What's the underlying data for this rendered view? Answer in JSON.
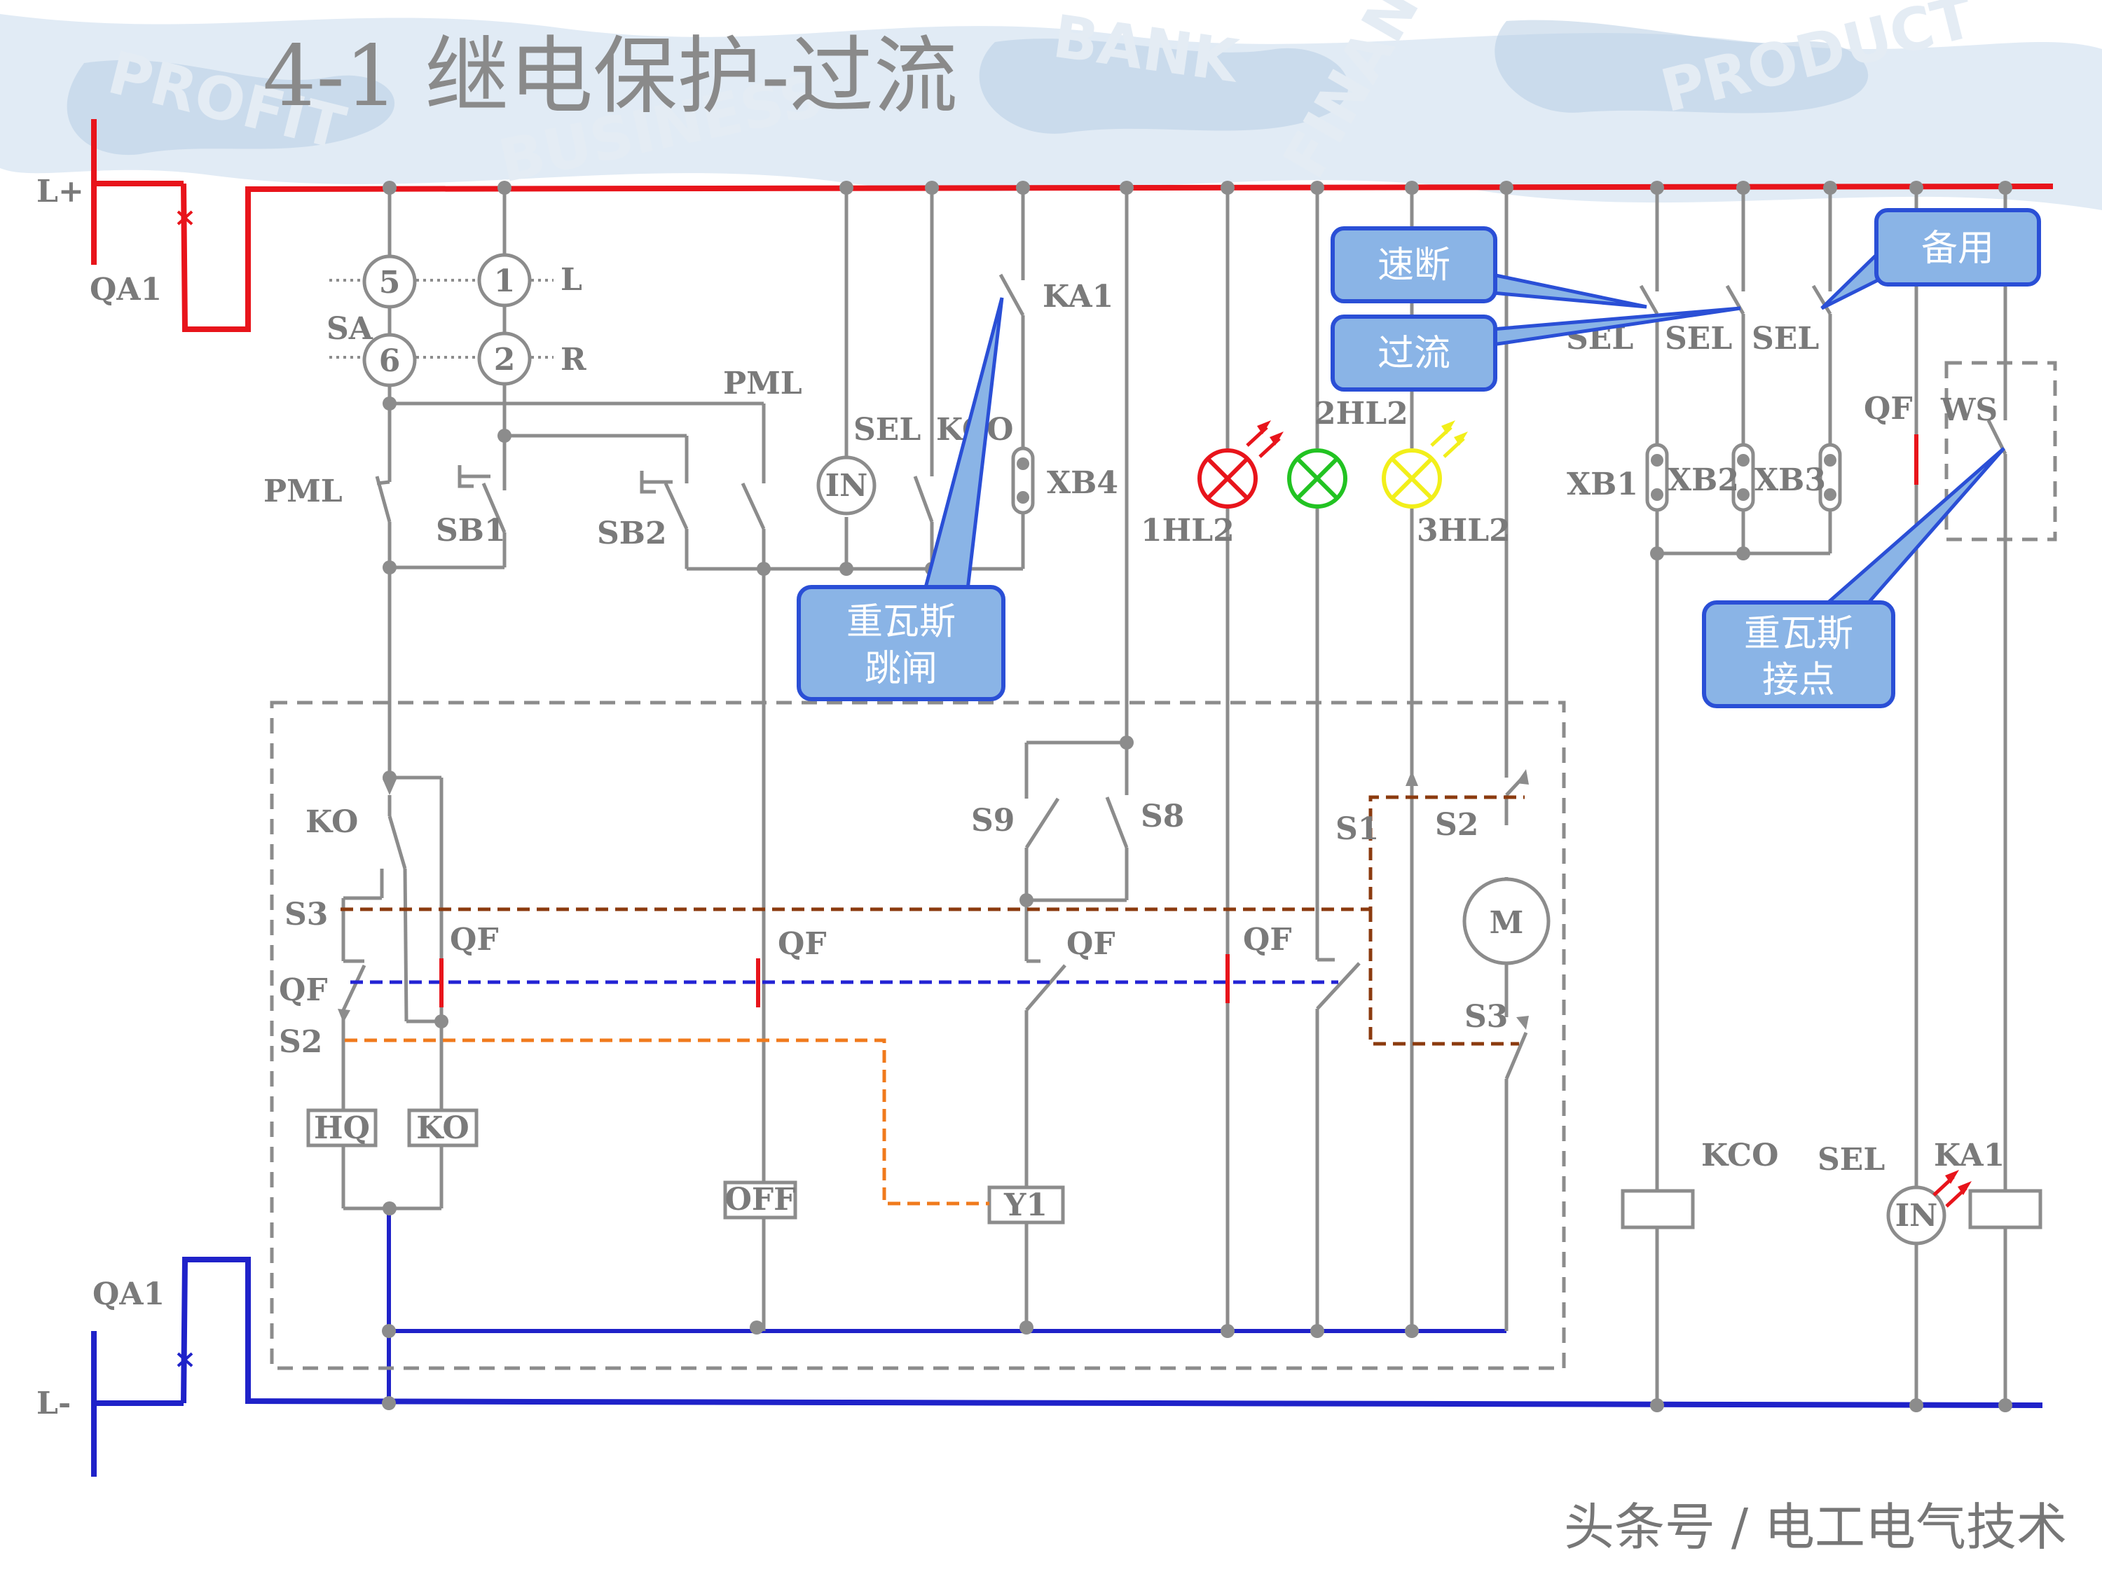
{
  "title": "4-1   继电保护-过流",
  "watermarks": [
    "PROFIT",
    "BUSINESS",
    "BANK",
    "FINANCE",
    "PRODUCT"
  ],
  "credit": "头条号 / 电工电气技术",
  "rails": {
    "positive": "L+",
    "negative": "L-"
  },
  "breakers": {
    "top": "QA1",
    "bottom": "QA1"
  },
  "selector": {
    "name": "SA",
    "contacts": [
      "5",
      "1",
      "6",
      "2"
    ],
    "left_pos": "L",
    "right_pos": "R"
  },
  "labels": {
    "pml_top": "PML",
    "pml_left": "PML",
    "sb1": "SB1",
    "sb2": "SB2",
    "sel": "SEL",
    "kco": "KCO",
    "ka1": "KA1",
    "xb4": "XB4",
    "in_meter": "IN",
    "hl1": "1HL2",
    "hl2": "2HL2",
    "hl3": "3HL2",
    "ko": "KO",
    "s3": "S3",
    "qf": "QF",
    "s2": "S2",
    "s9": "S9",
    "s8": "S8",
    "s1": "S1",
    "motor": "M",
    "hq": "HQ",
    "ko_coil": "KO",
    "off": "OFF",
    "y1": "Y1",
    "sel_a": "SEL",
    "sel_b": "SEL",
    "sel_c": "SEL",
    "xb1": "XB1",
    "xb2": "XB2",
    "xb3": "XB3",
    "qf_right": "QF",
    "ws": "WS",
    "kco_coil": "KCO",
    "sel_coil": "SEL",
    "ka1_coil": "KA1",
    "in_coil": "IN"
  },
  "callouts": {
    "gas_trip": [
      "重瓦斯",
      "跳闸"
    ],
    "quick_break": "速断",
    "overcurrent": "过流",
    "spare": "备用",
    "gas_contact": [
      "重瓦斯",
      "接点"
    ]
  },
  "colors": {
    "positive_rail": "#e8141b",
    "negative_rail": "#1f22c9",
    "wire": "#8c8c8c",
    "callout_fill": "#8ab4e6",
    "callout_stroke": "#2a4fd6",
    "lamp_red": "#e8141b",
    "lamp_green": "#22c322",
    "lamp_yellow": "#f2ef1a",
    "dash_brown": "#8b3a0e",
    "dash_blue": "#2323d4",
    "dash_orange": "#f07a1c"
  }
}
